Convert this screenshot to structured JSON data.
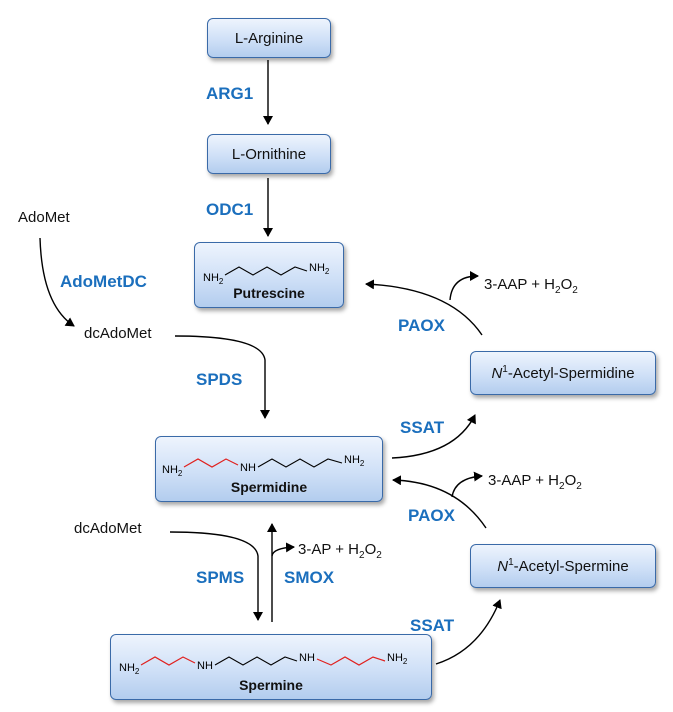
{
  "nodes": {
    "l_arginine": "L-Arginine",
    "l_ornithine": "L-Ornithine",
    "putrescine": "Putrescine",
    "spermidine": "Spermidine",
    "spermine": "Spermine",
    "n1_acetyl_spermidine_prefix": "N",
    "n1_acetyl_spermidine_sup": "1",
    "n1_acetyl_spermidine_rest": "-Acetyl-Spermidine",
    "n1_acetyl_spermine_prefix": "N",
    "n1_acetyl_spermine_sup": "1",
    "n1_acetyl_spermine_rest": "-Acetyl-Spermine"
  },
  "enzymes": {
    "arg1": "ARG1",
    "odc1": "ODC1",
    "adometdc": "AdoMetDC",
    "spds": "SPDS",
    "spms": "SPMS",
    "smox": "SMOX",
    "paox_top": "PAOX",
    "paox_bottom": "PAOX",
    "ssat_top": "SSAT",
    "ssat_bottom": "SSAT"
  },
  "metabolites": {
    "adomet": "AdoMet",
    "dcadomet_1": "dcAdoMet",
    "dcadomet_2": "dcAdoMet",
    "aap_h2o2_top_prefix": "3-AAP + H",
    "aap_h2o2_top_sub": "2",
    "aap_h2o2_top_o": "O",
    "aap_h2o2_top_sub2": "2",
    "aap_h2o2_bottom_prefix": "3-AAP + H",
    "aap_h2o2_bottom_sub": "2",
    "aap_h2o2_bottom_o": "O",
    "aap_h2o2_bottom_sub2": "2",
    "ap_h2o2_prefix": "3-AP + H",
    "ap_h2o2_sub": "2",
    "ap_h2o2_o": "O",
    "ap_h2o2_sub2": "2"
  },
  "structures": {
    "nh2": "NH",
    "nh2_sub": "2",
    "nh": "NH"
  },
  "colors": {
    "enzyme": "#1b6fbd",
    "box_border": "#3a6aa8",
    "aminopropyl_bond": "#e0201e",
    "arrow": "#000000"
  }
}
